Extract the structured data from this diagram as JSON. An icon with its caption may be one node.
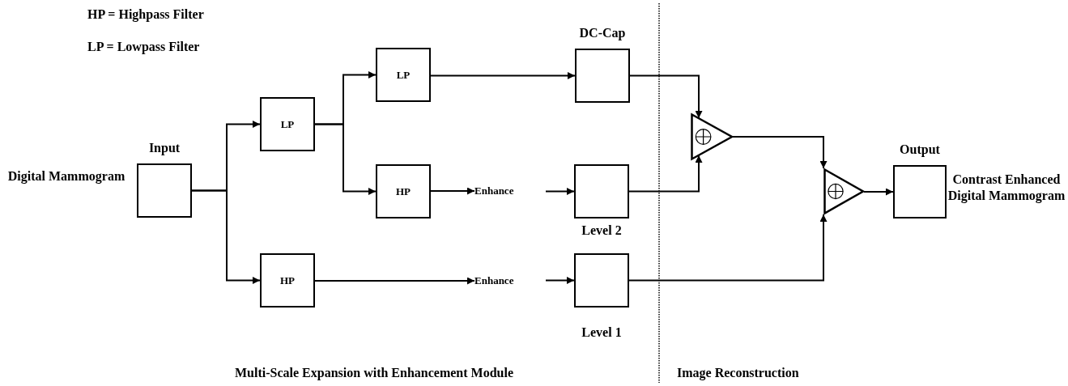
{
  "diagram": {
    "nodes": [
      {
        "text": [
          "Input"
        ]
      },
      {
        "text": [
          "LP"
        ]
      },
      {
        "text": [
          "HP"
        ]
      },
      {
        "text": [
          "LP"
        ]
      },
      {
        "text": [
          "HP"
        ]
      },
      {
        "text": [
          "Enhance"
        ]
      },
      {
        "text": [
          "Enhance"
        ]
      },
      {
        "text": [
          "DC-Cap"
        ]
      },
      {
        "text": [
          "Level 2"
        ]
      },
      {
        "text": [
          "Level 1"
        ]
      },
      {
        "text": [],
        "shape": "triangle"
      },
      {
        "text": [],
        "shape": "triangle"
      },
      {
        "text": [
          "Output"
        ]
      }
    ],
    "edges": [
      {
        "from": 0,
        "to": 1,
        "arrow": "to"
      },
      {
        "from": 0,
        "to": 2,
        "arrow": "to"
      },
      {
        "from": 1,
        "to": 3,
        "arrow": "to"
      },
      {
        "from": 1,
        "to": 4,
        "arrow": "to"
      },
      {
        "from": 3,
        "to": 7,
        "arrow": "to"
      },
      {
        "from": 4,
        "to": 5,
        "arrow": "to"
      },
      {
        "from": 5,
        "to": 8,
        "arrow": "to"
      },
      {
        "from": 2,
        "to": 6,
        "arrow": "to"
      },
      {
        "from": 6,
        "to": 9,
        "arrow": "to"
      },
      {
        "from": 7,
        "to": 10,
        "arrow": "to"
      },
      {
        "from": 8,
        "to": 10,
        "arrow": "to"
      },
      {
        "from": 10,
        "to": 11,
        "arrow": "to"
      },
      {
        "from": 9,
        "to": 11,
        "arrow": "to"
      },
      {
        "from": 11,
        "to": 12,
        "arrow": "to"
      }
    ],
    "labels": [
      "HP = Highpass Filter",
      "LP = Lowpass Filter",
      "Digital Mammogram",
      "Contrast Enhanced Digital Mammogram",
      "Multi-Scale Expansion with Enhancement Module",
      "Image Reconstruction"
    ]
  }
}
